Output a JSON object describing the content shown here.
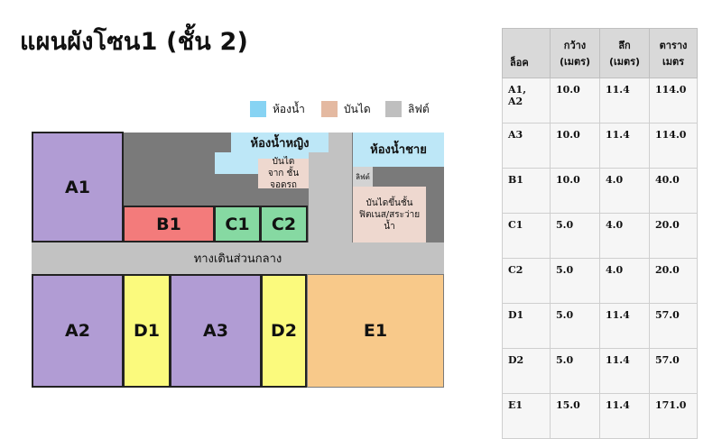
{
  "title": "แผนผังโซน1 (ชั้น 2)",
  "legend": [
    {
      "label": "ห้องน้ำ",
      "color": "#87d3f3"
    },
    {
      "label": "บันได",
      "color": "#e4b9a1"
    },
    {
      "label": "ลิฟต์",
      "color": "#bfbfbf"
    }
  ],
  "plan": {
    "zones": {
      "A1": "A1",
      "A2": "A2",
      "A3": "A3",
      "B1": "B1",
      "C1": "C1",
      "C2": "C2",
      "D1": "D1",
      "D2": "D2",
      "E1": "E1"
    },
    "corridor": "ทางเดินส่วนกลาง",
    "restroom_female": "ห้องน้ำหญิง",
    "restroom_male": "ห้องน้ำชาย",
    "stair_parking": "บันไดจาก ชั้นจอดรถ",
    "lift": "ลิฟต์",
    "stair_fitness": "บันไดขึ้นชั้น ฟิตเนส/สระว่ายน้ำ"
  },
  "table": {
    "headers": [
      "ล็อค",
      "กว้าง (เมตร)",
      "ลึก (เมตร)",
      "ตาราง เมตร"
    ],
    "rows": [
      [
        "A1, A2",
        "10.0",
        "11.4",
        "114.0"
      ],
      [
        "A3",
        "10.0",
        "11.4",
        "114.0"
      ],
      [
        "B1",
        "10.0",
        "4.0",
        "40.0"
      ],
      [
        "C1",
        "5.0",
        "4.0",
        "20.0"
      ],
      [
        "C2",
        "5.0",
        "4.0",
        "20.0"
      ],
      [
        "D1",
        "5.0",
        "11.4",
        "57.0"
      ],
      [
        "D2",
        "5.0",
        "11.4",
        "57.0"
      ],
      [
        "E1",
        "15.0",
        "11.4",
        "171.0"
      ]
    ]
  }
}
